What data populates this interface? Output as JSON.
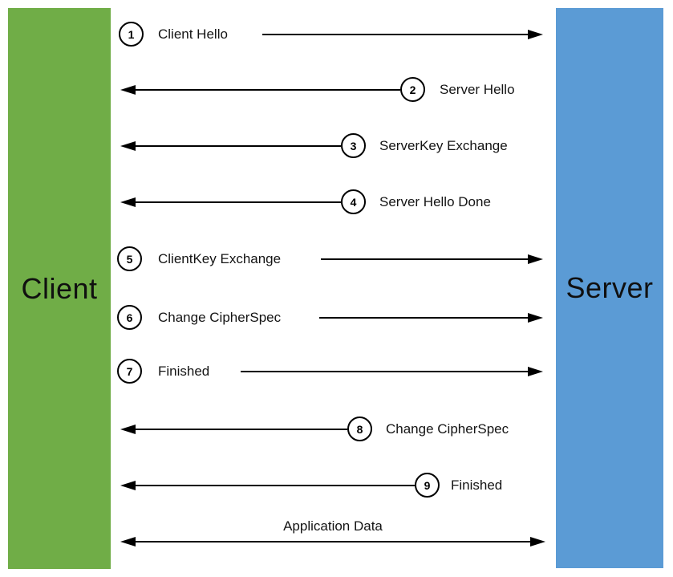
{
  "actors": {
    "client": {
      "label": "Client",
      "color": "#70AD47"
    },
    "server": {
      "label": "Server",
      "color": "#5B9BD5"
    }
  },
  "messages": [
    {
      "number": "1",
      "label": "Client Hello",
      "direction": "client-to-server"
    },
    {
      "number": "2",
      "label": "Server Hello",
      "direction": "server-to-client"
    },
    {
      "number": "3",
      "label": "ServerKey Exchange",
      "direction": "server-to-client"
    },
    {
      "number": "4",
      "label": "Server Hello Done",
      "direction": "server-to-client"
    },
    {
      "number": "5",
      "label": "ClientKey Exchange",
      "direction": "client-to-server"
    },
    {
      "number": "6",
      "label": "Change CipherSpec",
      "direction": "client-to-server"
    },
    {
      "number": "7",
      "label": "Finished",
      "direction": "client-to-server"
    },
    {
      "number": "8",
      "label": "Change CipherSpec",
      "direction": "server-to-client"
    },
    {
      "number": "9",
      "label": "Finished",
      "direction": "server-to-client"
    },
    {
      "label": "Application Data",
      "direction": "bidirectional"
    }
  ],
  "colors": {
    "client_bar": "#70AD47",
    "server_bar": "#5B9BD5",
    "line": "#000000",
    "background": "#FFFFFF"
  }
}
